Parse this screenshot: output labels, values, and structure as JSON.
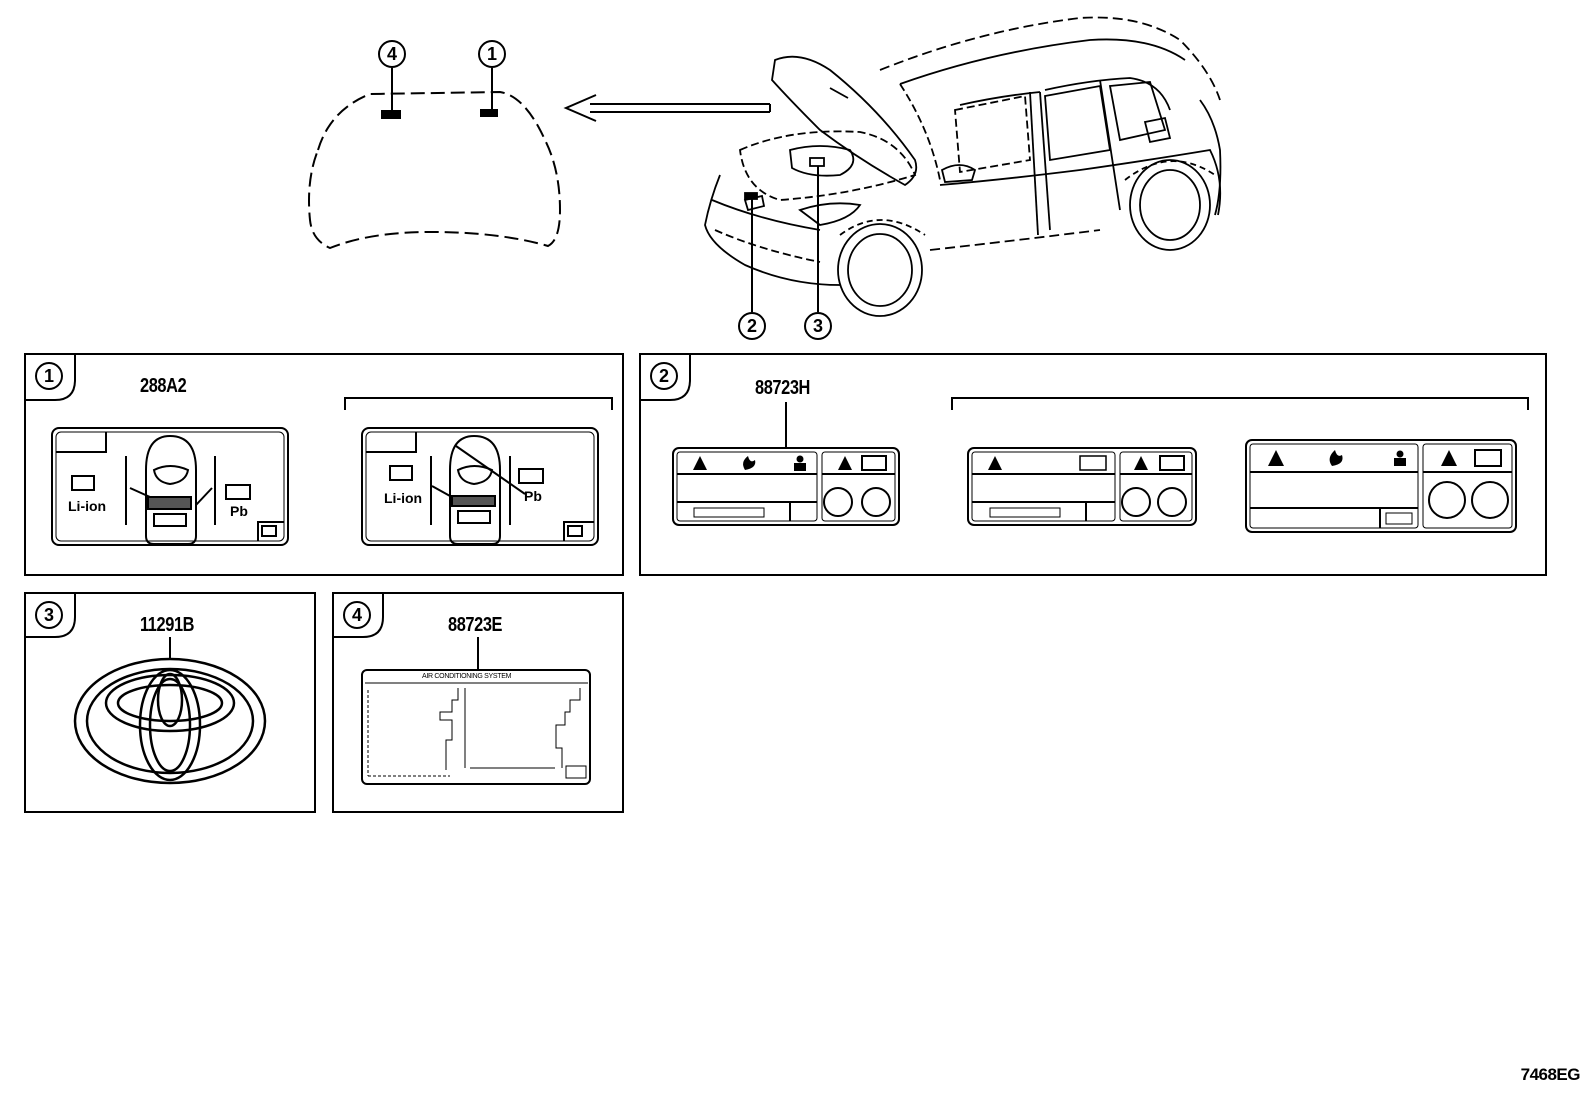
{
  "callouts": {
    "c1": "1",
    "c2": "2",
    "c3": "3",
    "c4": "4"
  },
  "panels": {
    "p1": {
      "index": "1",
      "part_number": "288A2",
      "label_liion": "Li-ion",
      "label_pb": "Pb"
    },
    "p2": {
      "index": "2",
      "part_number": "88723H"
    },
    "p3": {
      "index": "3",
      "part_number": "11291B"
    },
    "p4": {
      "index": "4",
      "part_number": "88723E",
      "label_title": "AIR CONDITIONING SYSTEM"
    }
  },
  "footer_code": "7468EG",
  "icons": [
    "warning-triangle-icon",
    "fire-icon",
    "person-icon",
    "manual-icon",
    "battery-icon",
    "toyota-emblem-icon",
    "arrow-left-icon"
  ]
}
